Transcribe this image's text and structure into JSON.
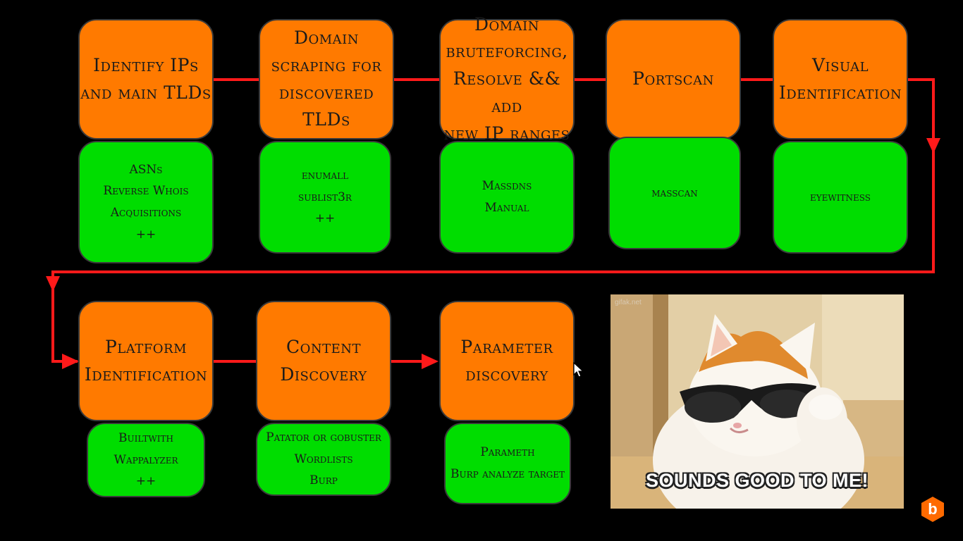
{
  "row1": [
    {
      "title": [
        "Identify IPs",
        "and main TLDs"
      ],
      "tools": [
        "ASNs",
        "Reverse Whois",
        "Acquisitions",
        "++"
      ]
    },
    {
      "title": [
        "Domain",
        "scraping for",
        "discovered TLDs"
      ],
      "tools": [
        "enumall",
        "sublist3r",
        "++"
      ]
    },
    {
      "title": [
        "Domain",
        "bruteforcing,",
        "Resolve && add",
        "new IP ranges"
      ],
      "tools": [
        "Massdns",
        "Manual"
      ]
    },
    {
      "title": [
        "Portscan"
      ],
      "tools": [
        "masscan"
      ]
    },
    {
      "title": [
        "Visual",
        "Identification"
      ],
      "tools": [
        "eyewitness"
      ]
    }
  ],
  "row2": [
    {
      "title": [
        "Platform",
        "Identification"
      ],
      "tools": [
        "Builtwith",
        "Wappalyzer",
        "++"
      ]
    },
    {
      "title": [
        "Content",
        "Discovery"
      ],
      "tools": [
        "Patator or gobuster",
        "Wordlists",
        "Burp"
      ]
    },
    {
      "title": [
        "Parameter",
        "discovery"
      ],
      "tools": [
        "Parameth",
        "Burp analyze target"
      ]
    }
  ],
  "meme": {
    "caption": "SOUNDS GOOD TO ME!",
    "watermark": "gifak.net"
  },
  "logo": {
    "letter": "b"
  },
  "colors": {
    "process": "#ff7a00",
    "tools": "#00dd00",
    "connector": "#ff1a1a",
    "background": "#000000"
  }
}
